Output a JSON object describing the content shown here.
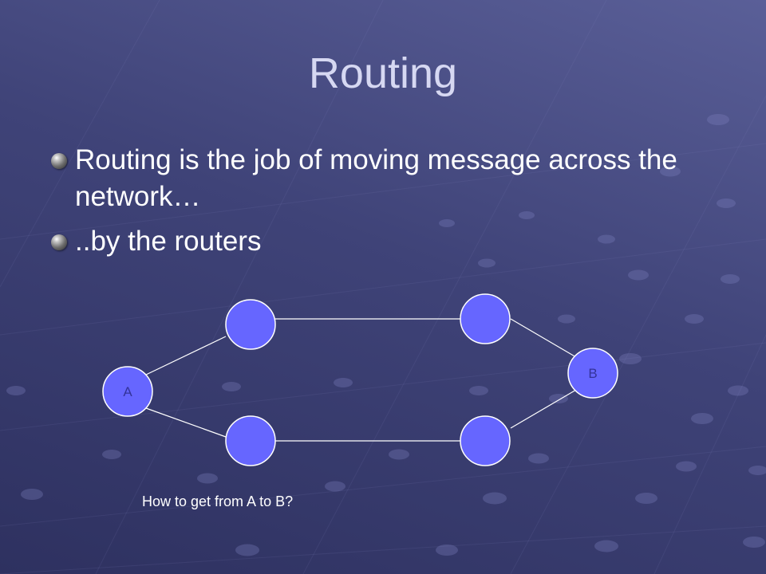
{
  "slide": {
    "title": "Routing",
    "bullets": [
      {
        "text": "Routing is the job of moving message across the network…",
        "icon": "bullet-sphere-icon"
      },
      {
        "text": "..by the routers",
        "icon": "bullet-sphere-icon"
      }
    ]
  },
  "diagram": {
    "nodes": [
      {
        "id": "A",
        "label": "A"
      },
      {
        "id": "r1",
        "label": ""
      },
      {
        "id": "r2",
        "label": ""
      },
      {
        "id": "r3",
        "label": ""
      },
      {
        "id": "r4",
        "label": ""
      },
      {
        "id": "B",
        "label": "B"
      }
    ],
    "edges": [
      [
        "A",
        "r1"
      ],
      [
        "A",
        "r3"
      ],
      [
        "r1",
        "r2"
      ],
      [
        "r3",
        "r4"
      ],
      [
        "r2",
        "B"
      ],
      [
        "r4",
        "B"
      ]
    ],
    "caption": "How to get from A to B?",
    "colors": {
      "node_fill": "#6666ff",
      "node_stroke": "#ffffff",
      "edge": "#ffffff",
      "label": "#333399"
    }
  }
}
